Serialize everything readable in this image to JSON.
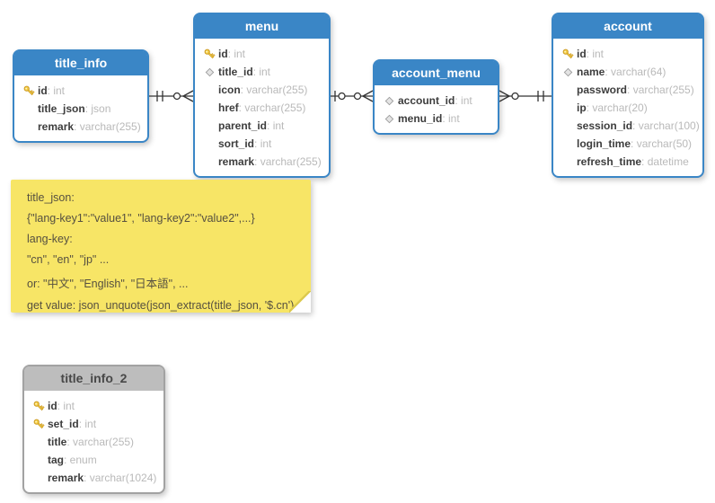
{
  "colors": {
    "table_header_blue": "#3a86c6",
    "table_header_gray": "#bdbdbd",
    "note_background": "#f7e566",
    "field_name_text": "#3d3d3d",
    "field_type_text": "#b9b9b9",
    "key_icon_gold": "#f6d049",
    "connector_stroke": "#333333"
  },
  "tables": [
    {
      "name": "title_info",
      "style": "blue",
      "fields": [
        {
          "icon": "key-icon",
          "name": "id",
          "type": "int"
        },
        {
          "icon": "none",
          "name": "title_json",
          "type": "json"
        },
        {
          "icon": "none",
          "name": "remark",
          "type": "varchar(255)"
        }
      ]
    },
    {
      "name": "menu",
      "style": "blue",
      "fields": [
        {
          "icon": "key-icon",
          "name": "id",
          "type": "int"
        },
        {
          "icon": "diamond-icon",
          "name": "title_id",
          "type": "int"
        },
        {
          "icon": "none",
          "name": "icon",
          "type": "varchar(255)"
        },
        {
          "icon": "none",
          "name": "href",
          "type": "varchar(255)"
        },
        {
          "icon": "none",
          "name": "parent_id",
          "type": "int"
        },
        {
          "icon": "none",
          "name": "sort_id",
          "type": "int"
        },
        {
          "icon": "none",
          "name": "remark",
          "type": "varchar(255)"
        }
      ]
    },
    {
      "name": "account_menu",
      "style": "blue",
      "fields": [
        {
          "icon": "diamond-icon",
          "name": "account_id",
          "type": "int"
        },
        {
          "icon": "diamond-icon",
          "name": "menu_id",
          "type": "int"
        }
      ]
    },
    {
      "name": "account",
      "style": "blue",
      "fields": [
        {
          "icon": "key-icon",
          "name": "id",
          "type": "int"
        },
        {
          "icon": "diamond-icon",
          "name": "name",
          "type": "varchar(64)"
        },
        {
          "icon": "none",
          "name": "password",
          "type": "varchar(255)"
        },
        {
          "icon": "none",
          "name": "ip",
          "type": "varchar(20)"
        },
        {
          "icon": "none",
          "name": "session_id",
          "type": "varchar(100)"
        },
        {
          "icon": "none",
          "name": "login_time",
          "type": "varchar(50)"
        },
        {
          "icon": "none",
          "name": "refresh_time",
          "type": "datetime"
        }
      ]
    },
    {
      "name": "title_info_2",
      "style": "gray",
      "fields": [
        {
          "icon": "key-icon",
          "name": "id",
          "type": "int"
        },
        {
          "icon": "key-icon",
          "name": "set_id",
          "type": "int"
        },
        {
          "icon": "none",
          "name": "title",
          "type": "varchar(255)"
        },
        {
          "icon": "none",
          "name": "tag",
          "type": "enum"
        },
        {
          "icon": "none",
          "name": "remark",
          "type": "varchar(1024)"
        }
      ]
    }
  ],
  "connectors": [
    {
      "from": "title_info",
      "to": "menu",
      "from_cardinality": "exactly-one (||)",
      "to_cardinality": "zero-or-many (o<)"
    },
    {
      "from": "menu",
      "to": "account_menu",
      "from_cardinality": "zero-or-one (|o)",
      "to_cardinality": "zero-or-many (o<)"
    },
    {
      "from": "account_menu",
      "to": "account",
      "from_cardinality": "zero-or-many (>o)",
      "to_cardinality": "exactly-one (||)"
    }
  ],
  "note": {
    "lines": [
      "title_json:",
      "{\"lang-key1\":\"value1\", \"lang-key2\":\"value2\",...}",
      "lang-key:",
      "\"cn\", \"en\", \"jp\" ...",
      "or: \"中文\", \"English\", \"日本語\", ...",
      "get value: json_unquote(json_extract(title_json, '$.cn')"
    ]
  }
}
